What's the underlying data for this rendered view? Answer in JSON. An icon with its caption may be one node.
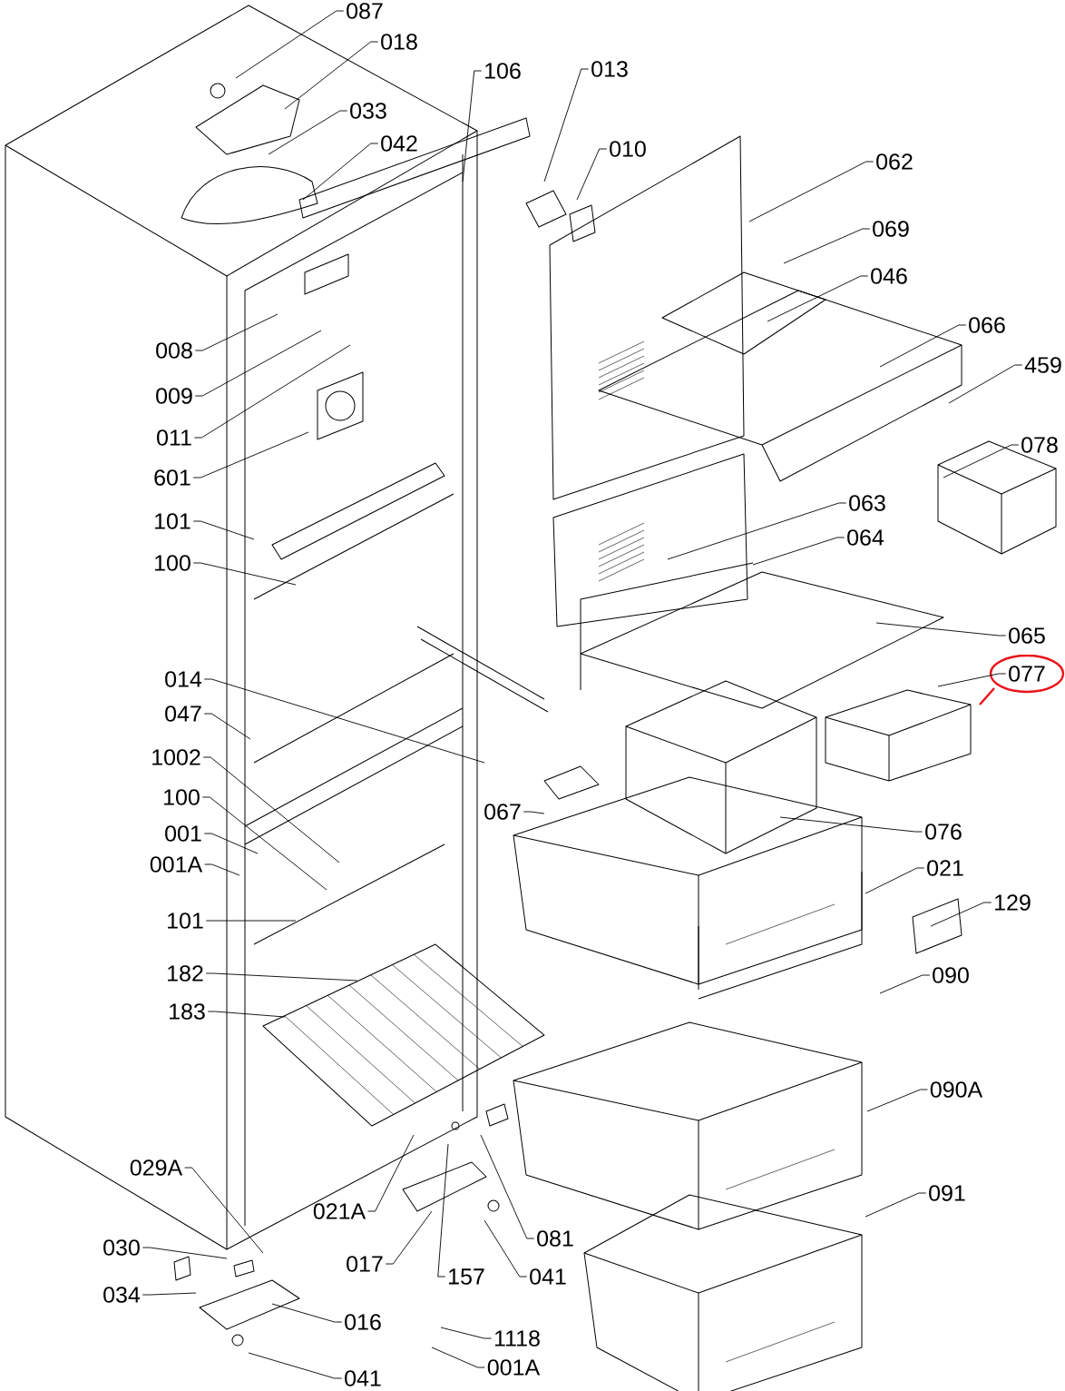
{
  "diagram": {
    "nodes": [
      {
        "text": [
          "087"
        ]
      },
      {
        "text": [
          "018"
        ]
      },
      {
        "text": [
          "106"
        ]
      },
      {
        "text": [
          "013"
        ]
      },
      {
        "text": [
          "033"
        ]
      },
      {
        "text": [
          "042"
        ]
      },
      {
        "text": [
          "010"
        ]
      },
      {
        "text": [
          "062"
        ]
      },
      {
        "text": [
          "069"
        ]
      },
      {
        "text": [
          "046"
        ]
      },
      {
        "text": [
          "066"
        ]
      },
      {
        "text": [
          "008"
        ]
      },
      {
        "text": [
          "459"
        ]
      },
      {
        "text": [
          "009"
        ]
      },
      {
        "text": [
          "011"
        ]
      },
      {
        "text": [
          "601"
        ]
      },
      {
        "text": [
          "078"
        ]
      },
      {
        "text": [
          "063"
        ]
      },
      {
        "text": [
          "101"
        ]
      },
      {
        "text": [
          "064"
        ]
      },
      {
        "text": [
          "100"
        ]
      },
      {
        "text": [
          "065"
        ]
      },
      {
        "text": [
          "077"
        ]
      },
      {
        "text": [
          "014"
        ]
      },
      {
        "text": [
          "047"
        ]
      },
      {
        "text": [
          "1002"
        ]
      },
      {
        "text": [
          "100"
        ]
      },
      {
        "text": [
          "067"
        ]
      },
      {
        "text": [
          "076"
        ]
      },
      {
        "text": [
          "001"
        ]
      },
      {
        "text": [
          "001A"
        ]
      },
      {
        "text": [
          "021"
        ]
      },
      {
        "text": [
          "129"
        ]
      },
      {
        "text": [
          "101"
        ]
      },
      {
        "text": [
          "182"
        ]
      },
      {
        "text": [
          "090"
        ]
      },
      {
        "text": [
          "183"
        ]
      },
      {
        "text": [
          "090A"
        ]
      },
      {
        "text": [
          "029A"
        ]
      },
      {
        "text": [
          "091"
        ]
      },
      {
        "text": [
          "021A"
        ]
      },
      {
        "text": [
          "081"
        ]
      },
      {
        "text": [
          "017"
        ]
      },
      {
        "text": [
          "030"
        ]
      },
      {
        "text": [
          "157"
        ]
      },
      {
        "text": [
          "041"
        ]
      },
      {
        "text": [
          "034"
        ]
      },
      {
        "text": [
          "016"
        ]
      },
      {
        "text": [
          "1118"
        ]
      },
      {
        "text": [
          "001A"
        ]
      },
      {
        "text": [
          "041"
        ]
      }
    ],
    "edges": [
      {
        "from": 0,
        "to": null,
        "arrow": "none"
      },
      {
        "from": 1,
        "to": null,
        "arrow": "none"
      },
      {
        "from": 2,
        "to": null,
        "arrow": "none"
      },
      {
        "from": 3,
        "to": null,
        "arrow": "none"
      },
      {
        "from": 4,
        "to": null,
        "arrow": "none"
      },
      {
        "from": 5,
        "to": null,
        "arrow": "none"
      },
      {
        "from": 6,
        "to": null,
        "arrow": "none"
      },
      {
        "from": 7,
        "to": null,
        "arrow": "none"
      },
      {
        "from": 8,
        "to": null,
        "arrow": "none"
      },
      {
        "from": 9,
        "to": null,
        "arrow": "none"
      },
      {
        "from": 10,
        "to": null,
        "arrow": "none"
      },
      {
        "from": 11,
        "to": null,
        "arrow": "none"
      },
      {
        "from": 12,
        "to": null,
        "arrow": "none"
      },
      {
        "from": 13,
        "to": null,
        "arrow": "none"
      },
      {
        "from": 14,
        "to": null,
        "arrow": "none"
      },
      {
        "from": 15,
        "to": null,
        "arrow": "none"
      },
      {
        "from": 16,
        "to": null,
        "arrow": "none"
      },
      {
        "from": 17,
        "to": null,
        "arrow": "none"
      },
      {
        "from": 18,
        "to": null,
        "arrow": "none"
      },
      {
        "from": 19,
        "to": null,
        "arrow": "none"
      },
      {
        "from": 20,
        "to": null,
        "arrow": "none"
      },
      {
        "from": 21,
        "to": null,
        "arrow": "none"
      },
      {
        "from": 22,
        "to": null,
        "arrow": "none"
      },
      {
        "from": 23,
        "to": null,
        "arrow": "none"
      },
      {
        "from": 24,
        "to": null,
        "arrow": "none"
      },
      {
        "from": 25,
        "to": null,
        "arrow": "none"
      },
      {
        "from": 26,
        "to": null,
        "arrow": "none"
      },
      {
        "from": 27,
        "to": null,
        "arrow": "none"
      },
      {
        "from": 28,
        "to": null,
        "arrow": "none"
      },
      {
        "from": 29,
        "to": null,
        "arrow": "none"
      },
      {
        "from": 30,
        "to": null,
        "arrow": "none"
      },
      {
        "from": 31,
        "to": null,
        "arrow": "none"
      },
      {
        "from": 32,
        "to": null,
        "arrow": "none"
      },
      {
        "from": 33,
        "to": null,
        "arrow": "none"
      },
      {
        "from": 34,
        "to": null,
        "arrow": "none"
      },
      {
        "from": 35,
        "to": null,
        "arrow": "none"
      },
      {
        "from": 36,
        "to": null,
        "arrow": "none"
      },
      {
        "from": 37,
        "to": null,
        "arrow": "none"
      },
      {
        "from": 38,
        "to": null,
        "arrow": "none"
      },
      {
        "from": 39,
        "to": null,
        "arrow": "none"
      },
      {
        "from": 40,
        "to": null,
        "arrow": "none"
      },
      {
        "from": 41,
        "to": null,
        "arrow": "none"
      },
      {
        "from": 42,
        "to": null,
        "arrow": "none"
      },
      {
        "from": 43,
        "to": null,
        "arrow": "none"
      },
      {
        "from": 44,
        "to": null,
        "arrow": "none"
      },
      {
        "from": 45,
        "to": null,
        "arrow": "none"
      },
      {
        "from": 46,
        "to": null,
        "arrow": "none"
      },
      {
        "from": 47,
        "to": null,
        "arrow": "none"
      },
      {
        "from": 48,
        "to": null,
        "arrow": "none"
      },
      {
        "from": 49,
        "to": null,
        "arrow": "none"
      },
      {
        "from": 50,
        "to": null,
        "arrow": "none"
      }
    ]
  }
}
